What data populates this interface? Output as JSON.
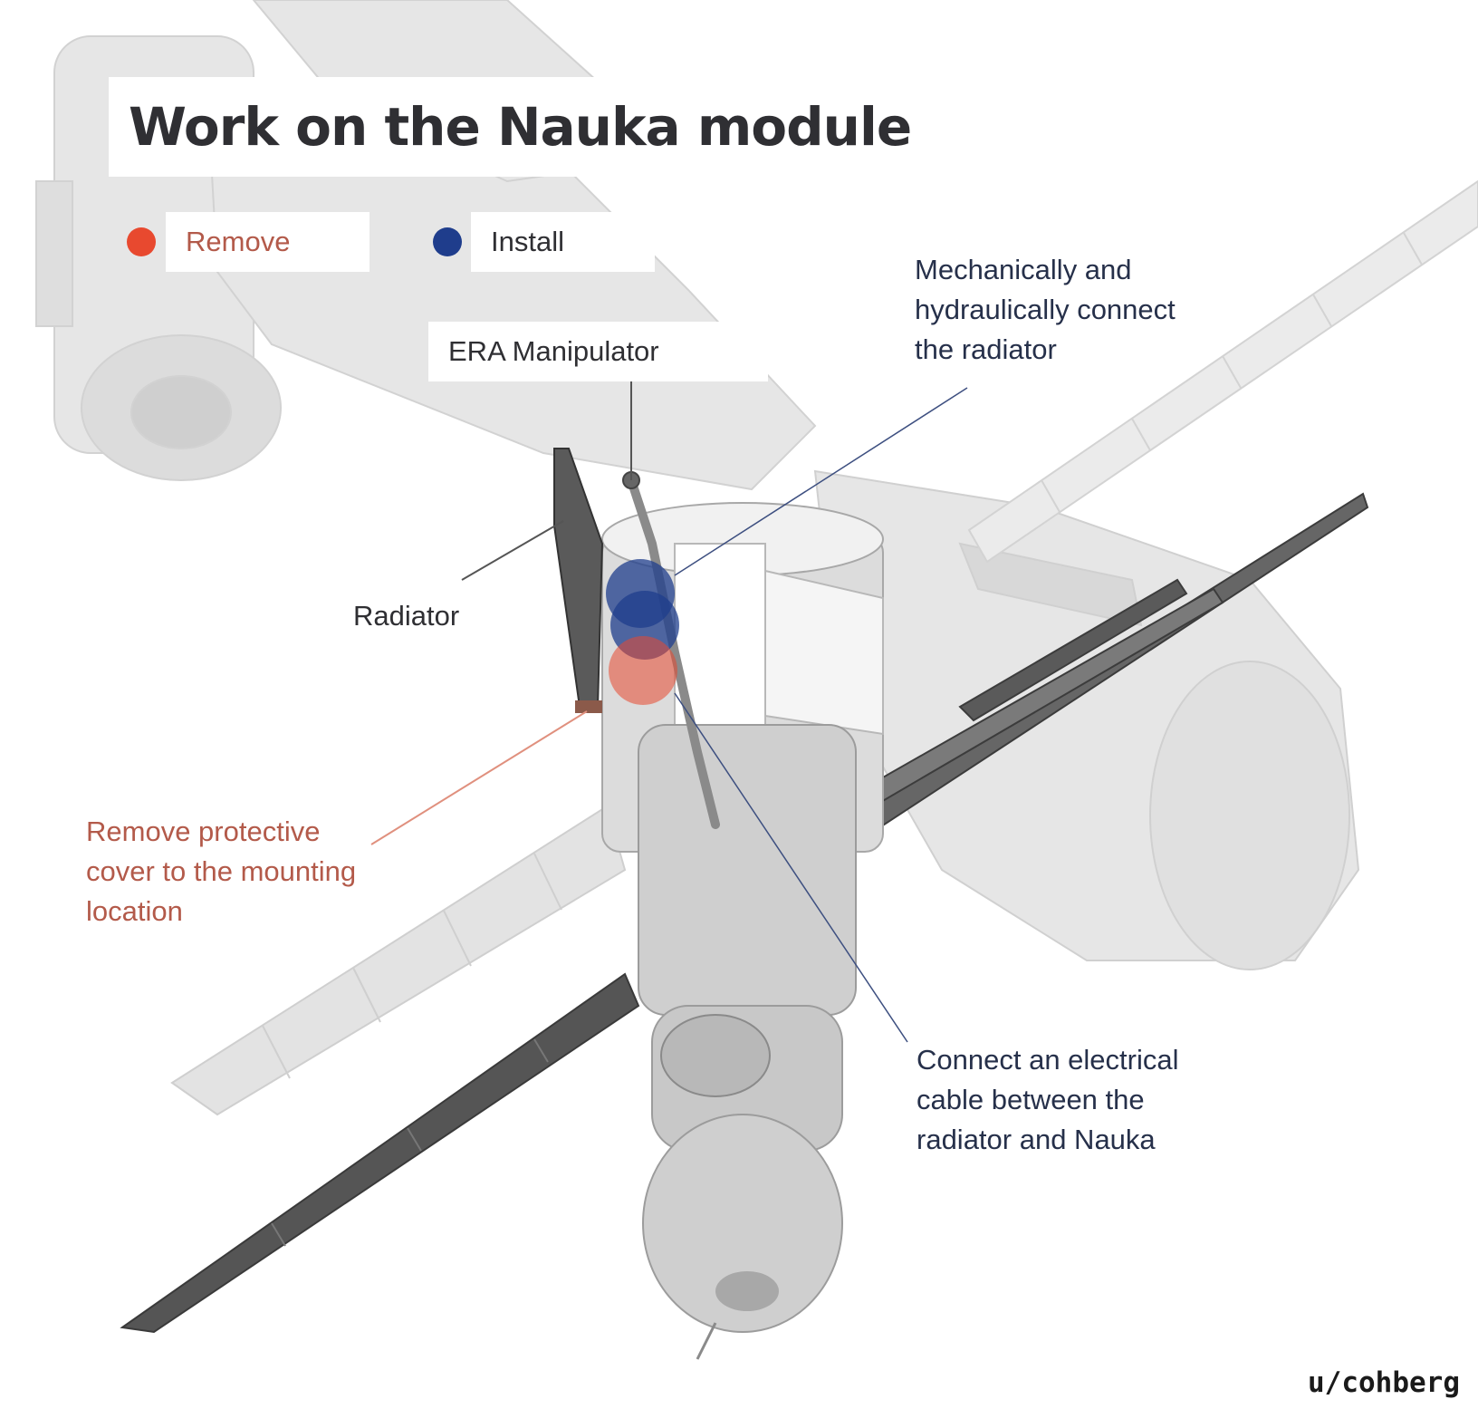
{
  "title": "Work on the Nauka module",
  "legend": [
    {
      "label": "Remove",
      "color": "#e8492f",
      "text_color": "#b35a4a"
    },
    {
      "label": "Install",
      "color": "#1f3d8c",
      "text_color": "#2f2f33"
    }
  ],
  "callouts": {
    "era_manipulator": "ERA Manipulator",
    "radiator": "Radiator",
    "mechanical_hydraulic": "Mechanically and\nhydraulically connect\nthe radiator",
    "remove_cover": "Remove protective\ncover to the mounting\nlocation",
    "electrical_cable": "Connect an electrical\ncable between the\nradiator and Nauka"
  },
  "colors": {
    "remove": "#e8492f",
    "install": "#1f3d8c",
    "remove_text": "#b35a4a",
    "install_text": "#26304a",
    "station_faded": "#e4e4e4",
    "panel_dark": "#4a4a4a"
  },
  "credit": "u/cohberg"
}
